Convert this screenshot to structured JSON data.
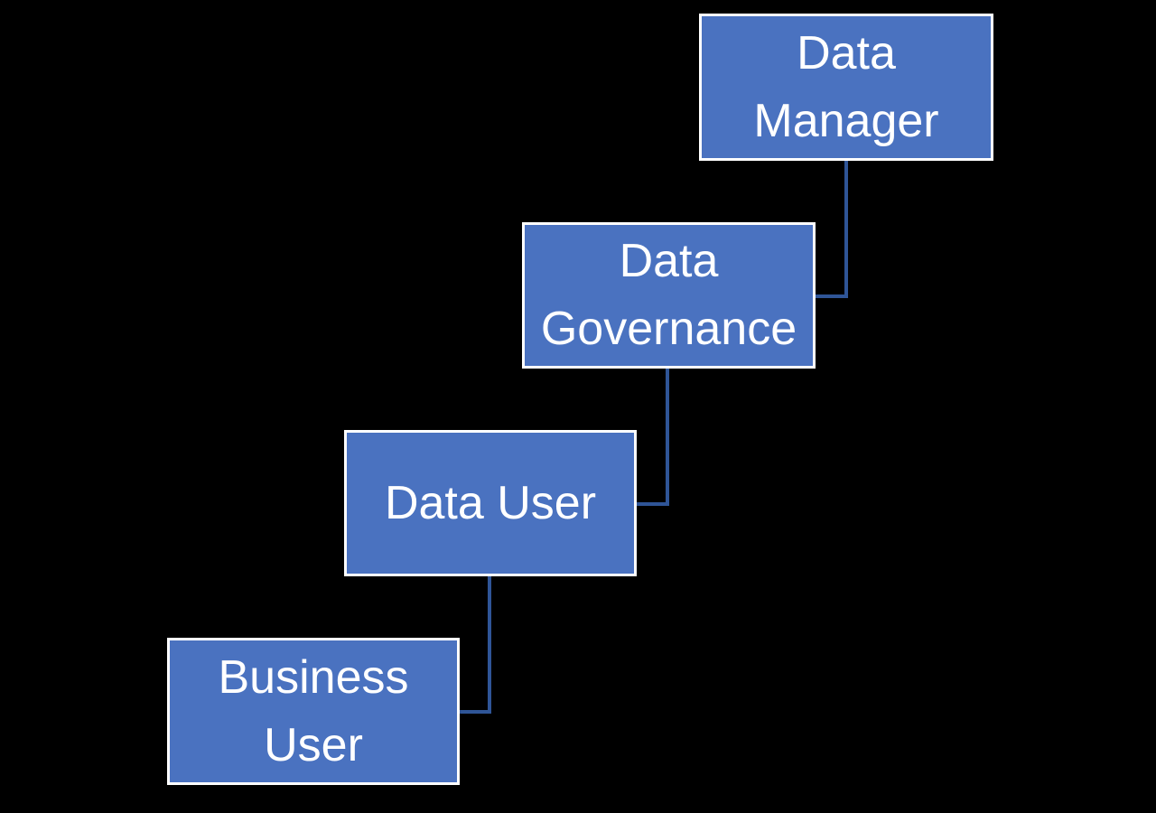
{
  "diagram": {
    "type": "hierarchy",
    "colors": {
      "background": "#000000",
      "node_fill": "#4a72c0",
      "node_border": "#ffffff",
      "connector": "#2f5597",
      "text": "#ffffff"
    },
    "nodes": [
      {
        "id": "data-manager",
        "label": "Data Manager",
        "lines": [
          "Data",
          "Manager"
        ]
      },
      {
        "id": "data-governance",
        "label": "Data Governance",
        "lines": [
          "Data",
          "Governance"
        ]
      },
      {
        "id": "data-user",
        "label": "Data User",
        "lines": [
          "Data User"
        ]
      },
      {
        "id": "business-user",
        "label": "Business User",
        "lines": [
          "Business",
          "User"
        ]
      }
    ],
    "connectors": [
      {
        "from": "Data Manager",
        "to": "Data Governance"
      },
      {
        "from": "Data Governance",
        "to": "Data User"
      },
      {
        "from": "Data User",
        "to": "Business User"
      }
    ]
  }
}
